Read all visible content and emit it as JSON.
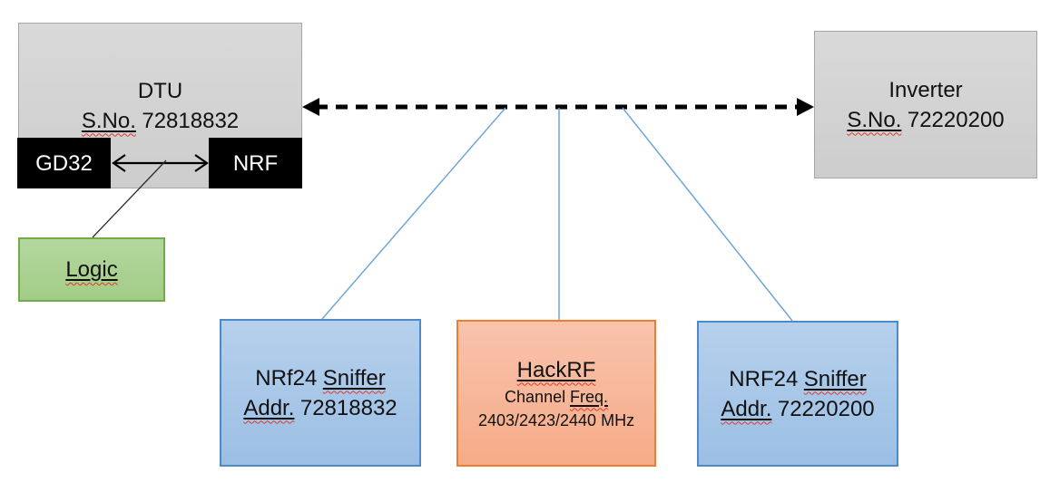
{
  "canvas": {
    "background": "#ffffff"
  },
  "dtu": {
    "title": "DTU",
    "serial_label": "S.No.",
    "serial_value": "72818832",
    "gd32_label": "GD32",
    "nrf_label": "NRF"
  },
  "logic": {
    "label": "Logic"
  },
  "inverter": {
    "title": "Inverter",
    "serial_label": "S.No.",
    "serial_value": "72220200"
  },
  "sniffer_left": {
    "name_prefix": "NRf24",
    "name_word": "Sniffer",
    "addr_label": "Addr.",
    "addr_value": "72818832"
  },
  "hackrf": {
    "title": "HackRF",
    "freq_prefix": "Channel",
    "freq_label": "Freq.",
    "frequencies": "2403/2423/2440 MHz"
  },
  "sniffer_right": {
    "name_prefix": "NRF24",
    "name_word": "Sniffer",
    "addr_label": "Addr.",
    "addr_value": "72220200"
  },
  "colors": {
    "gray_fill": "#d3d3d3",
    "gray_border": "#a6a6a6",
    "chip_black": "#000000",
    "green_fill": "#a9d18e",
    "green_border": "#70ad47",
    "blue_fill": "#a7c5e8",
    "blue_border": "#4e8ac9",
    "orange_fill": "#f8b99e",
    "orange_border": "#ed7d31",
    "connector_blue": "#6ea6d8",
    "arrow_black": "#000000",
    "spellcheck_red": "#e0392b"
  }
}
